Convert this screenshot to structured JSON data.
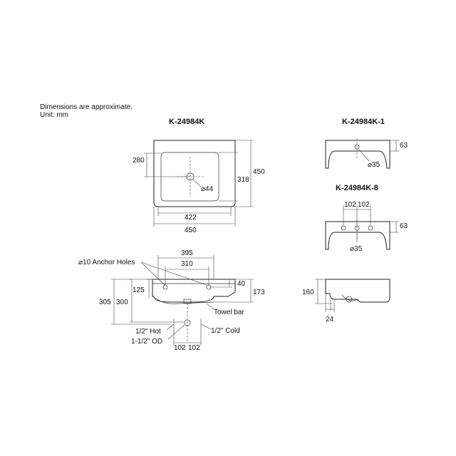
{
  "notes": {
    "approx": "Dimensions are approximate.",
    "unit": "Unit: mm"
  },
  "views": {
    "top": {
      "model": "K-24984K",
      "dim_280": "280",
      "dim_318": "318",
      "dim_450_right": "450",
      "dim_422": "422",
      "dim_450_bottom": "450",
      "drain_dia": "⌀44"
    },
    "front_k1": {
      "model": "K-24984K-1",
      "dim_63": "63",
      "hole_dia": "⌀35"
    },
    "front_k8": {
      "model": "K-24984K-8",
      "dim_102a": "102",
      "dim_102b": "102",
      "dim_63": "63",
      "hole_dia": "⌀35"
    },
    "side_left": {
      "anchor_holes": "⌀10 Anchor Holes",
      "dim_395": "395",
      "dim_310": "310",
      "dim_40": "40",
      "dim_125": "125",
      "dim_173": "173",
      "dim_305": "305",
      "dim_300": "300",
      "towel_bar": "Towel bar",
      "hot": "1/2\" Hot",
      "cold": "1/2\" Cold",
      "od": "1-1/2\" OD",
      "dim_102a": "102",
      "dim_102b": "102"
    },
    "side_right": {
      "dim_160": "160",
      "dim_24": "24"
    }
  }
}
